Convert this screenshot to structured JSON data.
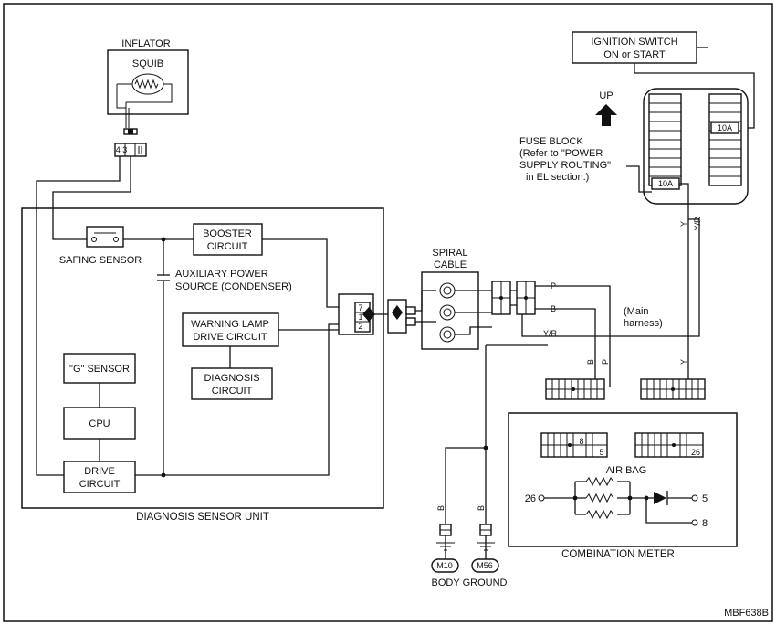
{
  "labels": {
    "inflator": "INFLATOR",
    "squib": "SQUIB",
    "inflator_pins": "4 3",
    "safing_sensor": "SAFING SENSOR",
    "booster_line1": "BOOSTER",
    "booster_line2": "CIRCUIT",
    "aux_power_line1": "AUXILIARY POWER",
    "aux_power_line2": "SOURCE (CONDENSER)",
    "warning_lamp_line1": "WARNING LAMP",
    "warning_lamp_line2": "DRIVE CIRCUIT",
    "diagnosis_line1": "DIAGNOSIS",
    "diagnosis_line2": "CIRCUIT",
    "g_sensor": "\"G\" SENSOR",
    "cpu": "CPU",
    "drive_line1": "DRIVE",
    "drive_line2": "CIRCUIT",
    "unit_caption": "DIAGNOSIS SENSOR UNIT",
    "dsu_pin_7": "7",
    "dsu_pin_1": "1",
    "dsu_pin_2": "2",
    "spiral_line1": "SPIRAL",
    "spiral_line2": "CABLE",
    "wire_p": "P",
    "wire_b": "B",
    "wire_yr": "Y/R",
    "wire_y": "Y",
    "main_harness_line1": "(Main",
    "main_harness_line2": "harness)",
    "ignition_line1": "IGNITION SWITCH",
    "ignition_line2": "ON or START",
    "up": "UP",
    "fuse_block_lines": [
      "FUSE BLOCK",
      "(Refer to \"POWER",
      "SUPPLY ROUTING\"",
      "in EL section.)"
    ],
    "fuse_amp_top": "10A",
    "fuse_amp_bottom": "10A",
    "meter_pin_8": "8",
    "meter_pin_5": "5",
    "meter_pin_26": "26",
    "air_bag": "AIR BAG",
    "term_26": "26",
    "term_5": "5",
    "term_8": "8",
    "combination_meter": "COMBINATION METER",
    "ground_m10": "M10",
    "ground_m56": "M56",
    "body_ground": "BODY GROUND",
    "figure_code": "MBF638B"
  }
}
